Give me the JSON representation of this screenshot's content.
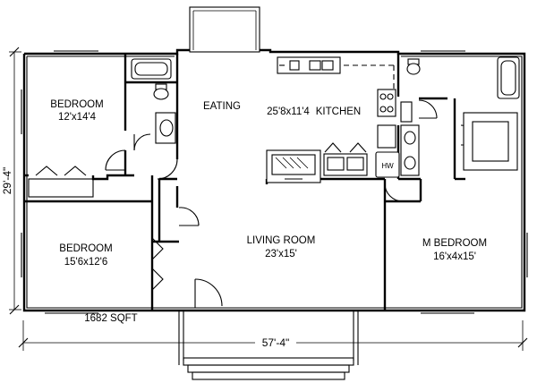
{
  "rooms": {
    "bedroom1": {
      "name": "BEDROOM",
      "size": "12'x14'4"
    },
    "eating": {
      "name": "EATING"
    },
    "kitchen": {
      "name": "KITCHEN",
      "size": "25'8x11'4"
    },
    "bedroom2": {
      "name": "BEDROOM",
      "size": "15'6x12'6"
    },
    "living": {
      "name": "LIVING ROOM",
      "size": "23'x15'"
    },
    "master": {
      "name": "M BEDROOM",
      "size": "16'x4x15'"
    }
  },
  "area_label": "1682 SQFT",
  "dimensions": {
    "width": "57'-4\"",
    "depth": "29'-4\""
  },
  "appliance_labels": {
    "water_heater": "HW"
  }
}
